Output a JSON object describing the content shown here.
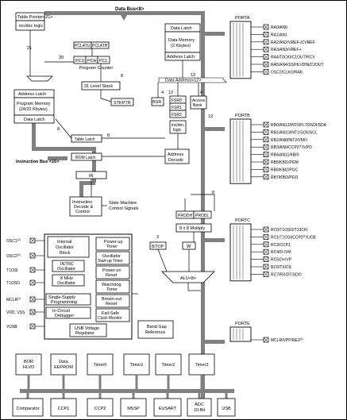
{
  "buses": {
    "data_bus": "Data Bus<8>",
    "instruction_bus": "Instruction Bus <16>",
    "data_address": "Data Address<12>",
    "width_8": "8",
    "width_12": "12",
    "width_16": "16",
    "width_21": "21",
    "width_20": "20",
    "width_3": "3",
    "width_4": "4"
  },
  "blocks": {
    "table_pointer": "Table Pointer<21>",
    "inc_dec_logic": "inc/dec logic",
    "pclatu": "PCLATU",
    "pclath": "PCLATH",
    "pcu": "PCU",
    "pch": "PCH",
    "pcl": "PCL",
    "program_counter": "Program Counter",
    "level_stack": "31 Level Stack",
    "stkptr": "STKPTR",
    "data_latch_top": "Data Latch",
    "data_memory": [
      "Data Memory",
      "(2 Kbytes)"
    ],
    "address_latch_top": "Address Latch",
    "address_latch_pm": "Address Latch",
    "program_memory": [
      "Program Memory",
      "(24/32 Kbytes)"
    ],
    "data_latch_pm": "Data Latch",
    "bsr": "BSR",
    "fsr0": "FSR0",
    "fsr1": "FSR1",
    "fsr2": "FSR2",
    "access_bank": [
      "Access",
      "Bank"
    ],
    "inc_dec_logic_fsr": [
      "inc/dec",
      "logic"
    ],
    "table_latch": "Table Latch",
    "rom_latch": "ROM Latch",
    "address_decode": [
      "Address",
      "Decode"
    ],
    "ir": "IR",
    "instruction_decode": [
      "Instruction",
      "Decode &",
      "Control"
    ],
    "state_machine": [
      "State Machine",
      "Control Signals"
    ],
    "internal_osc": [
      "Internal",
      "Oscillator",
      "Block"
    ],
    "intrc": [
      "INTRC",
      "Oscillator"
    ],
    "mhz8": [
      "8 MHz",
      "Oscillator"
    ],
    "single_supply": [
      "Single-Supply",
      "Programming"
    ],
    "in_circuit": [
      "In-Circuit",
      "Debugger"
    ],
    "power_up": [
      "Power-up",
      "Timer"
    ],
    "osc_startup": [
      "Oscillator",
      "Start-up Timer"
    ],
    "power_on_reset": [
      "Power-on",
      "Reset"
    ],
    "watchdog": [
      "Watchdog",
      "Timer"
    ],
    "brown_out": [
      "Brown-out",
      "Reset"
    ],
    "fail_safe": [
      "Fail-Safe",
      "Clock Monitor"
    ],
    "usb_regulator": [
      "USB Voltage",
      "Regulator"
    ],
    "band_gap": [
      "Band Gap",
      "Reference"
    ],
    "prodh": "PRODH",
    "prodl": "PRODL",
    "multiply": "8 x 8 Multiply",
    "bitop": "BITOP",
    "w": "W",
    "alu": "ALU<8>"
  },
  "clock_pins": [
    "OSC1(2)",
    "OSC2(2)",
    "T1OSI",
    "T1OSO",
    "MCLR(1)",
    "VDD, VSS",
    "VUSB"
  ],
  "porta": {
    "title": "PORTA",
    "pins": [
      "RA0/AN0",
      "RA1/AN1",
      "RA2/AN2/VREF-/CVREF",
      "RA3/AN3/VREF+",
      "RA4/T0CKI/C1OUT/RCV",
      "RA5/AN4/SS/HLVDIN/C2OUT",
      "OSC2/CLKO/RA6"
    ]
  },
  "portb": {
    "title": "PORTB",
    "pins": [
      "RB0/AN12/INT0/FLT0/SDI/SDA",
      "RB1/AN10/INT1/SCK/SCL",
      "RB2/AN8/INT2/VMO",
      "RB3/AN9/CCP2(1)/VPO",
      "RB4/AN11/KBI0",
      "RB5/KBI1/PGM",
      "RB6/KBI2/PGC",
      "RB7/KBI3/PGD"
    ]
  },
  "portc": {
    "title": "PORTC",
    "pins": [
      "RC0/T1OSO/T13CKI",
      "RC1/T1OSI/CCP2(1)/UOE",
      "RC2/CCP1",
      "RC4/D-/VM",
      "RC5/D+/VP",
      "RC6/TX/CK",
      "RC7/RX/DT/SDO"
    ]
  },
  "porte": {
    "title": "PORTE",
    "pins": [
      "MCLR/VPP/RE3(1)"
    ]
  },
  "peripherals_top": [
    [
      "BOR",
      "HLVD"
    ],
    [
      "Data",
      "EEPROM"
    ],
    [
      "Timer0"
    ],
    [
      "Timer1"
    ],
    [
      "Timer2"
    ],
    [
      "Timer3"
    ]
  ],
  "peripherals_bottom": [
    [
      "Comparator"
    ],
    [
      "CCP1"
    ],
    [
      "CCP2"
    ],
    [
      "MSSP"
    ],
    [
      "EUSART"
    ],
    [
      "ADC",
      "10-Bit"
    ],
    [
      "USB"
    ]
  ]
}
